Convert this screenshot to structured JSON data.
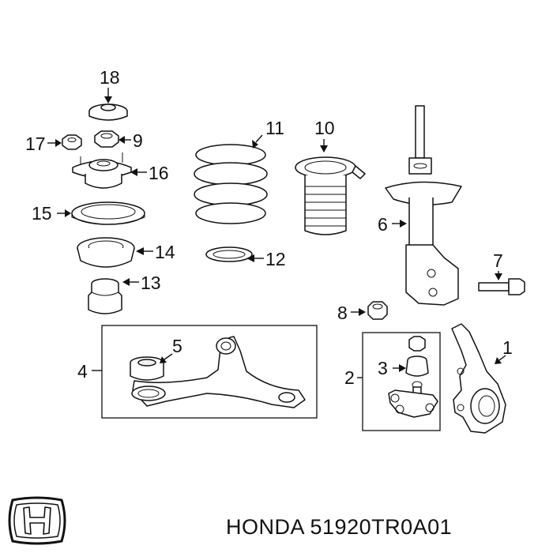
{
  "callouts": {
    "c1": "1",
    "c2": "2",
    "c3": "3",
    "c4": "4",
    "c5": "5",
    "c6": "6",
    "c7": "7",
    "c8": "8",
    "c9": "9",
    "c10": "10",
    "c11": "11",
    "c12": "12",
    "c13": "13",
    "c14": "14",
    "c15": "15",
    "c16": "16",
    "c17": "17",
    "c18": "18"
  },
  "footer": {
    "brand": "HONDA",
    "part_number": "51920TR0A01",
    "text": "HONDA 51920TR0A01",
    "logo_icon": "honda-h-logo-icon"
  }
}
